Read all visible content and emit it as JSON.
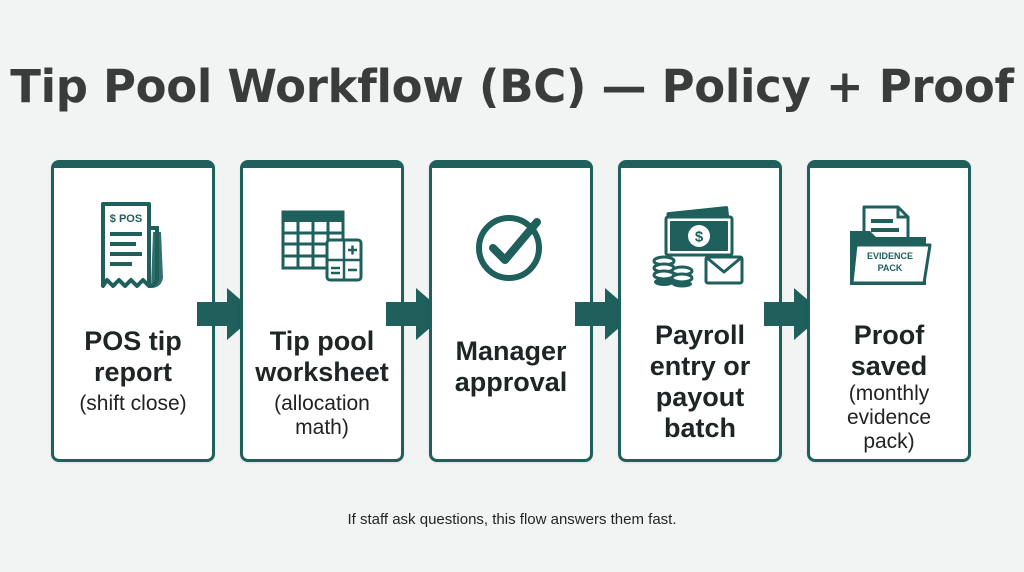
{
  "title": "Tip Pool Workflow (BC) — Policy + Proof",
  "steps": [
    {
      "label": "POS tip\nreport",
      "sub": "(shift close)",
      "icon": "receipt-icon",
      "icon_text": "$ POS"
    },
    {
      "label": "Tip pool\nworksheet",
      "sub": "(allocation\nmath)",
      "icon": "spreadsheet-calculator-icon"
    },
    {
      "label": "Manager\napproval",
      "sub": "",
      "icon": "checkmark-circle-icon"
    },
    {
      "label": "Payroll\nentry or\npayout\nbatch",
      "sub": "",
      "icon": "cash-coins-envelope-icon"
    },
    {
      "label": "Proof\nsaved",
      "sub": "(monthly\nevidence\npack)",
      "icon": "evidence-folder-icon",
      "icon_text": "EVIDENCE\nPACK"
    }
  ],
  "caption": "If staff ask questions, this flow answers them fast.",
  "colors": {
    "accent": "#1f5f5c",
    "background": "#f2f3f3",
    "card": "#ffffff"
  }
}
